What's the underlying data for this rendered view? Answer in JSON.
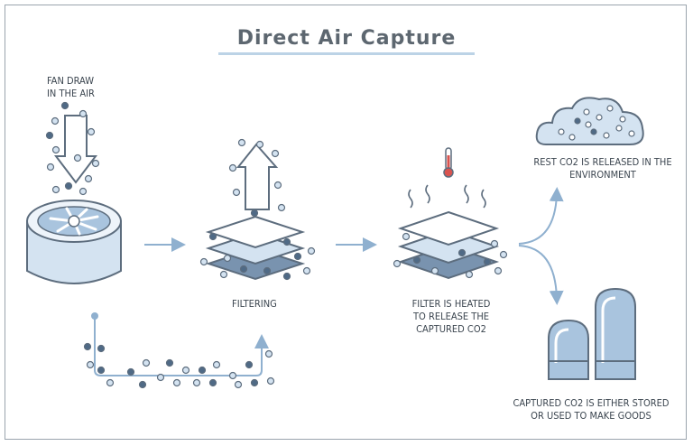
{
  "title": "Direct Air Capture",
  "labels": {
    "fan_draw": [
      "FAN DRAW",
      "IN THE AIR"
    ],
    "filtering": "FILTERING",
    "heated": [
      "FILTER IS HEATED",
      "TO RELEASE THE",
      "CAPTURED CO2"
    ],
    "released": [
      "REST CO2 IS RELEASED IN THE",
      "ENVIRONMENT"
    ],
    "stored": [
      "CAPTURED CO2 IS EITHER STORED",
      "OR USED TO MAKE GOODS"
    ]
  },
  "colors": {
    "outline": "#5d6d7e",
    "light_blue": "#d4e3f1",
    "mid_blue": "#a9c4de",
    "dark_blue": "#4f6a86",
    "arrow_blue": "#8fb0cf",
    "thermo_red": "#d9534f"
  }
}
